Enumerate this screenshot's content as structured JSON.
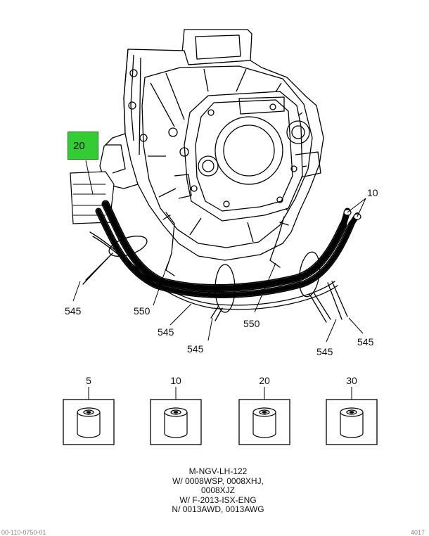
{
  "diagram": {
    "callouts": {
      "highlighted": "20",
      "ref_10": "10",
      "ref_545_a": "545",
      "ref_550_a": "550",
      "ref_545_b": "545",
      "ref_545_c": "545",
      "ref_550_b": "550",
      "ref_545_d": "545",
      "ref_545_e": "545"
    },
    "highlight_color": "#33cc33",
    "kits": [
      {
        "label": "5"
      },
      {
        "label": "10"
      },
      {
        "label": "20"
      },
      {
        "label": "30"
      }
    ],
    "caption": {
      "lines": [
        "M-NGV-LH-122",
        "W/ 0008WSP, 0008XHJ,",
        "0008XJZ",
        "W/ F-2013-ISX-ENG",
        "N/ 0013AWD, 0013AWG"
      ]
    },
    "footer": {
      "left": "00-110-0750-01",
      "right": "4017"
    }
  }
}
